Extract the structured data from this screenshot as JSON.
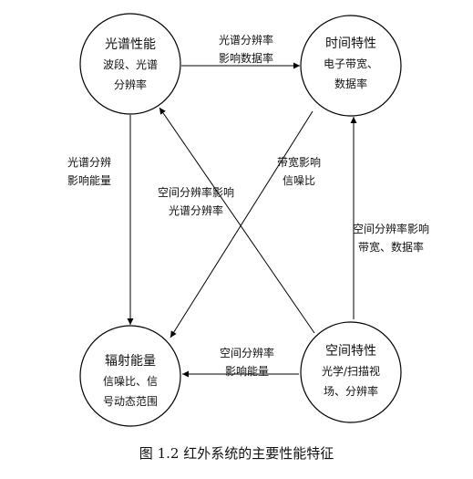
{
  "nodes": {
    "spectral": {
      "title": "光谱性能",
      "line1": "波段、光谱",
      "line2": "分辨率"
    },
    "temporal": {
      "title": "时间特性",
      "line1": "电子带宽、",
      "line2": "数据率"
    },
    "radiometric": {
      "title": "辐射能量",
      "line1": "信噪比、信",
      "line2": "号动态范围"
    },
    "spatial": {
      "title": "空间特性",
      "line1": "光学/扫描视",
      "line2": "场、分辨率"
    }
  },
  "edges": {
    "spectral_to_temporal": {
      "line1": "光谱分辨率",
      "line2": "影响数据率"
    },
    "spectral_to_radiometric": {
      "line1": "光谱分辨",
      "line2": "影响能量"
    },
    "temporal_to_radiometric": {
      "line1": "带宽影响",
      "line2": "信噪比"
    },
    "spatial_to_spectral": {
      "line1": "空间分辨率影响",
      "line2": "光谱分辨率"
    },
    "spatial_to_temporal": {
      "line1": "空间分辨率影响",
      "line2": "带宽、数据率"
    },
    "spatial_to_radiometric": {
      "line1": "空间分辨率",
      "line2": "影响能量"
    }
  },
  "caption": "图 1.2 红外系统的主要性能特征"
}
